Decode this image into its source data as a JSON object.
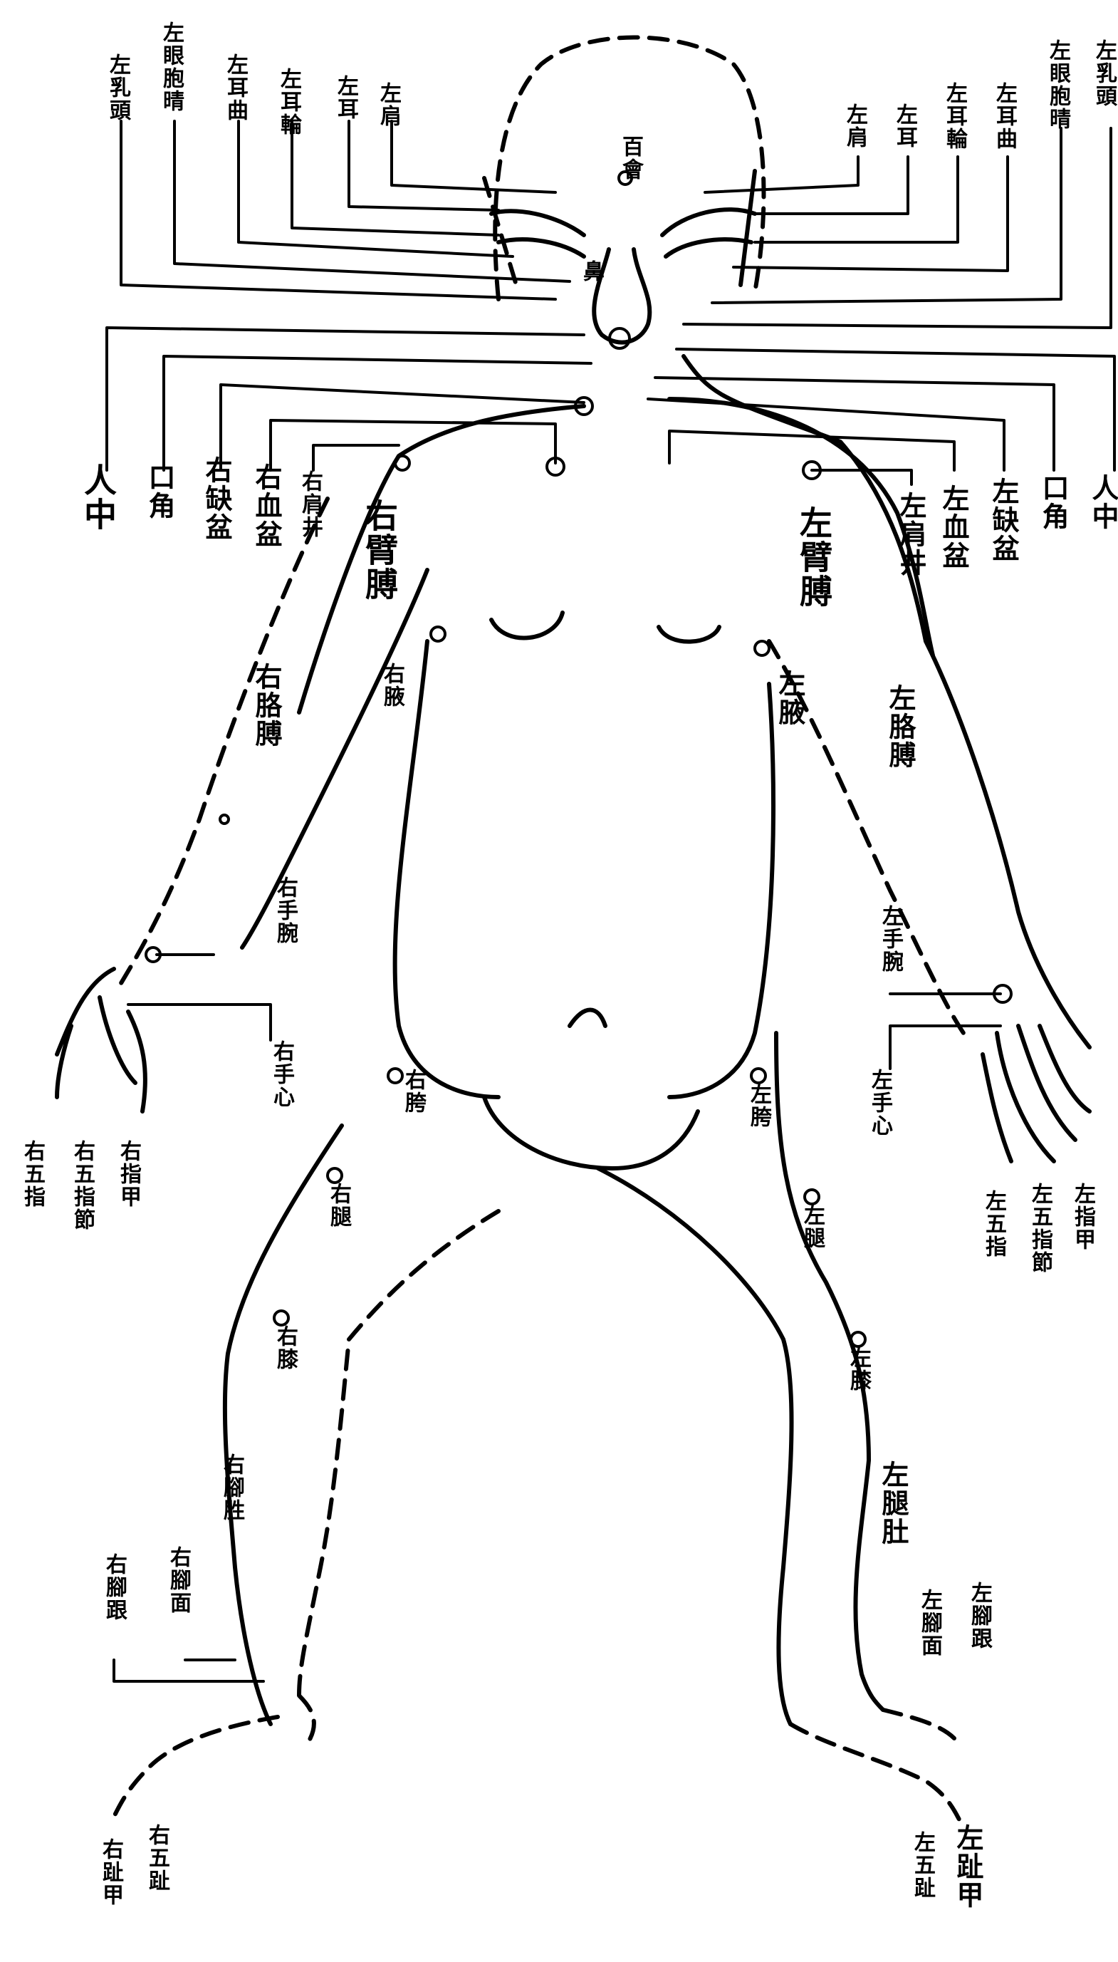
{
  "labels": {
    "head_center": "百會",
    "face_center": "鼻",
    "top_left": [
      "左乳頭",
      "左眼胞晴",
      "左耳曲",
      "左耳輪",
      "左耳",
      "左肩"
    ],
    "top_right": [
      "左肩",
      "左耳",
      "左耳輪",
      "左耳曲",
      "左眼胞晴",
      "左乳頭"
    ],
    "mid_left": [
      "人中",
      "口角",
      "右缺盆",
      "右血盆",
      "右肩井"
    ],
    "mid_right": [
      "左肩井",
      "左血盆",
      "左缺盆",
      "口角",
      "人中"
    ],
    "right_arm": [
      "右臂膊",
      "右胳膊",
      "右手腕",
      "右手心",
      "右腋"
    ],
    "left_arm": [
      "左臂膊",
      "左胳膊",
      "左手腕",
      "左手心",
      "左腋"
    ],
    "right_hand_fingers": [
      "右五指",
      "右五指節",
      "右指甲"
    ],
    "left_hand_fingers": [
      "左五指",
      "左五指節",
      "左指甲"
    ],
    "right_leg": [
      "右胯",
      "右腿",
      "右膝",
      "右腳胜",
      "右腳面",
      "右腳跟"
    ],
    "left_leg": [
      "左胯",
      "左腿",
      "左膝",
      "左腿肚",
      "左腳面",
      "左腳跟"
    ],
    "right_foot": [
      "右五趾",
      "右趾甲"
    ],
    "left_foot": [
      "左五趾",
      "左趾甲"
    ]
  }
}
